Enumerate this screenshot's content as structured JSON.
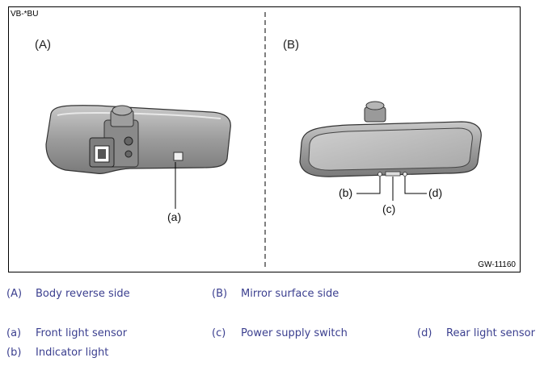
{
  "figure": {
    "code": "VB-*BU",
    "figure_id": "GW-11160",
    "panels": [
      {
        "label": "(A)"
      },
      {
        "label": "(B)"
      }
    ],
    "callouts": {
      "a": "(a)",
      "b": "(b)",
      "c": "(c)",
      "d": "(d)"
    }
  },
  "legend": [
    {
      "key": "(A)",
      "text": "Body reverse side"
    },
    {
      "key": "(B)",
      "text": "Mirror surface side"
    },
    {
      "key": "(a)",
      "text": "Front light sensor"
    },
    {
      "key": "(c)",
      "text": "Power supply switch"
    },
    {
      "key": "(d)",
      "text": "Rear light sensor"
    },
    {
      "key": "(b)",
      "text": "Indicator light"
    }
  ],
  "colors": {
    "legend_text": "#3b3f8f",
    "mirror_body": "#9a9a9a",
    "mirror_glass": "#b4b4b4"
  }
}
